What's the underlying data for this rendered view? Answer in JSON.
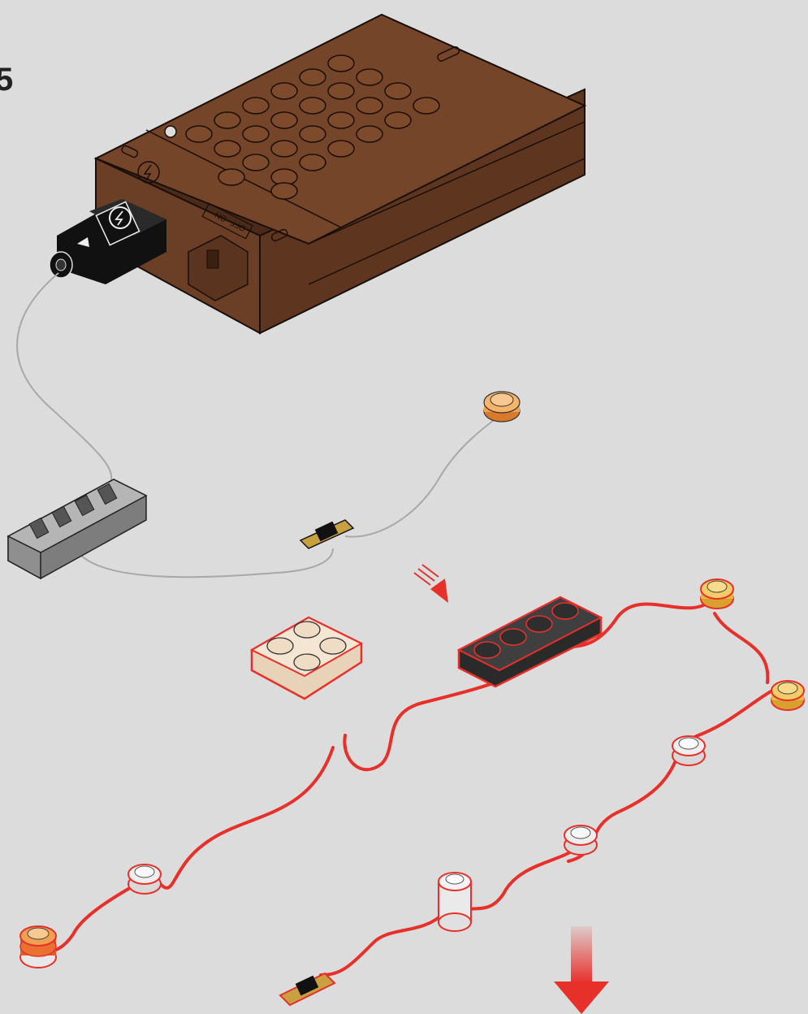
{
  "instruction": {
    "step_number": "5",
    "battery_switch_labels": {
      "on": "ON",
      "off": "OFF"
    }
  },
  "colors": {
    "background": "#dcdcdc",
    "battery_box": "#6b3f26",
    "connector": "#111111",
    "wire_existing": "#b5b5b5",
    "wire_new": "#e8302a",
    "expansion_board": "#8a8a8a",
    "light_orange": "#f0a050",
    "light_yellow": "#e8b840",
    "plate_black": "#3a3a3a",
    "plate_tan": "#f2e0cc",
    "indicator_arrow": "#e8302a"
  },
  "icons": [
    "lightning-icon",
    "arrow-down-icon",
    "speed-arrow-icon"
  ]
}
